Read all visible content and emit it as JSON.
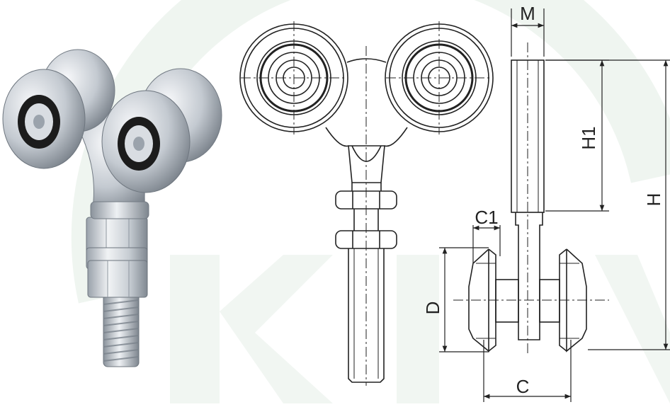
{
  "colors": {
    "background": "#ffffff",
    "watermark": "#e6efe8",
    "line": "#222222",
    "metal_light": "#eef1f4",
    "metal_mid": "#b9c0c8",
    "metal_dark": "#6d757e",
    "bearing": "#1c1c1c"
  },
  "diagram": {
    "photo": {
      "name": "double-wheel-roller-photo"
    },
    "front_view": {
      "name": "front-view-drawing"
    },
    "side_view": {
      "name": "side-view-drawing",
      "dimensions": {
        "M": "M",
        "H1": "H1",
        "H": "H",
        "C1": "C1",
        "D": "D",
        "C": "C"
      }
    }
  }
}
